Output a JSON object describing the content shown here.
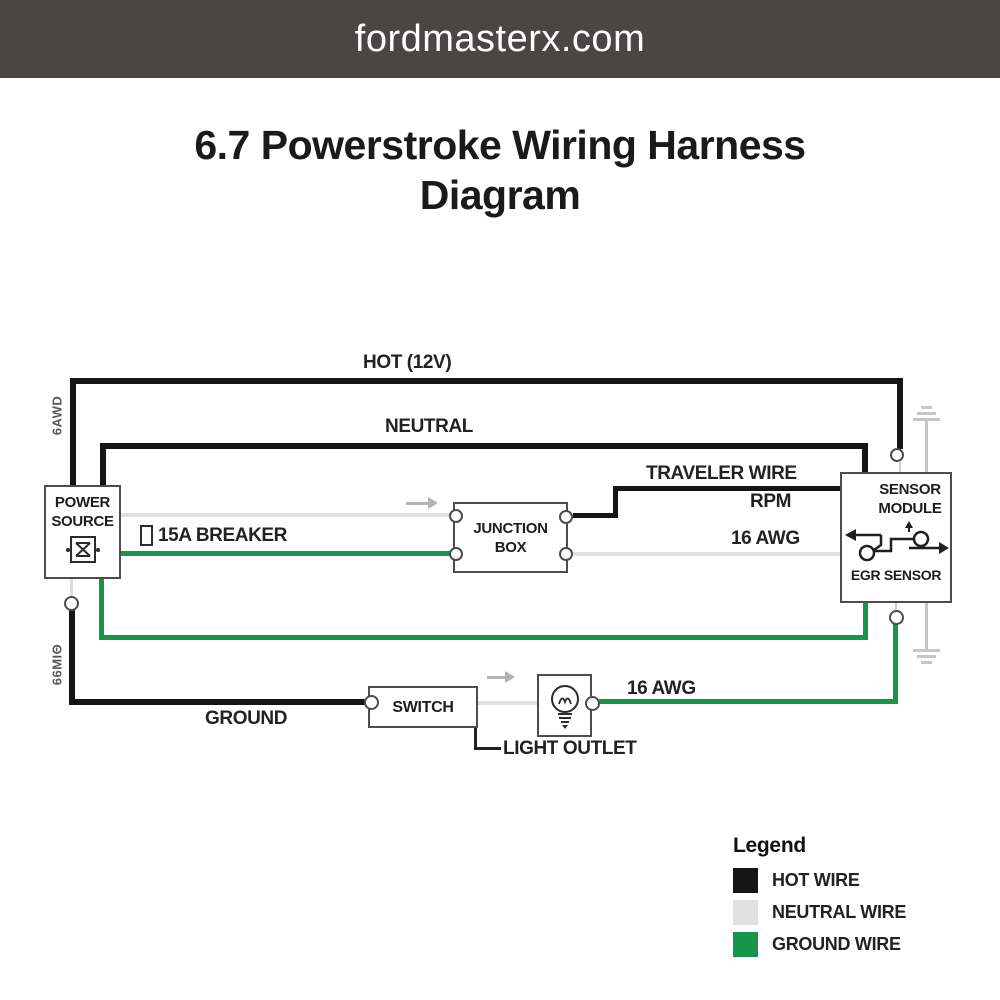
{
  "header": {
    "site": "fordmasterx.com",
    "bg": "#494645"
  },
  "title": {
    "line1": "6.7 Powerstroke Wiring Harness",
    "line2": "Diagram"
  },
  "colors": {
    "hot": "#151515",
    "neutral": "#e1e1e1",
    "ground": "#15964b",
    "muted_gray": "#b3b3b3",
    "ground_symbol": "#c6c6c6",
    "box_border": "#4d4d4d"
  },
  "labels": {
    "hot": "HOT (12V)",
    "neutral": "NEUTRAL",
    "traveler": "TRAVELER WIRE",
    "rpm": "RPM",
    "awg16_top": "16 AWG",
    "awg16_bottom": "16 AWG",
    "breaker": "15A BREAKER",
    "ground": "GROUND",
    "light_outlet": "LIGHT OUTLET",
    "left_vertical_top": "6AWD",
    "left_vertical_bottom": "66MIΘ"
  },
  "components": {
    "power_source": {
      "line1": "POWER",
      "line2": "SOURCE"
    },
    "junction_box": {
      "line1": "JUNCTION",
      "line2": "BOX"
    },
    "sensor_module": {
      "line1": "SENSOR",
      "line2": "MODULE",
      "sub": "EGR SENSOR"
    },
    "switch": {
      "label": "SWITCH"
    }
  },
  "legend": {
    "title": "Legend",
    "items": [
      {
        "label": "HOT WIRE",
        "color": "#151515"
      },
      {
        "label": "NEUTRAL WIRE",
        "color": "#e1e1e1"
      },
      {
        "label": "GROUND WIRE",
        "color": "#15964b"
      }
    ]
  }
}
